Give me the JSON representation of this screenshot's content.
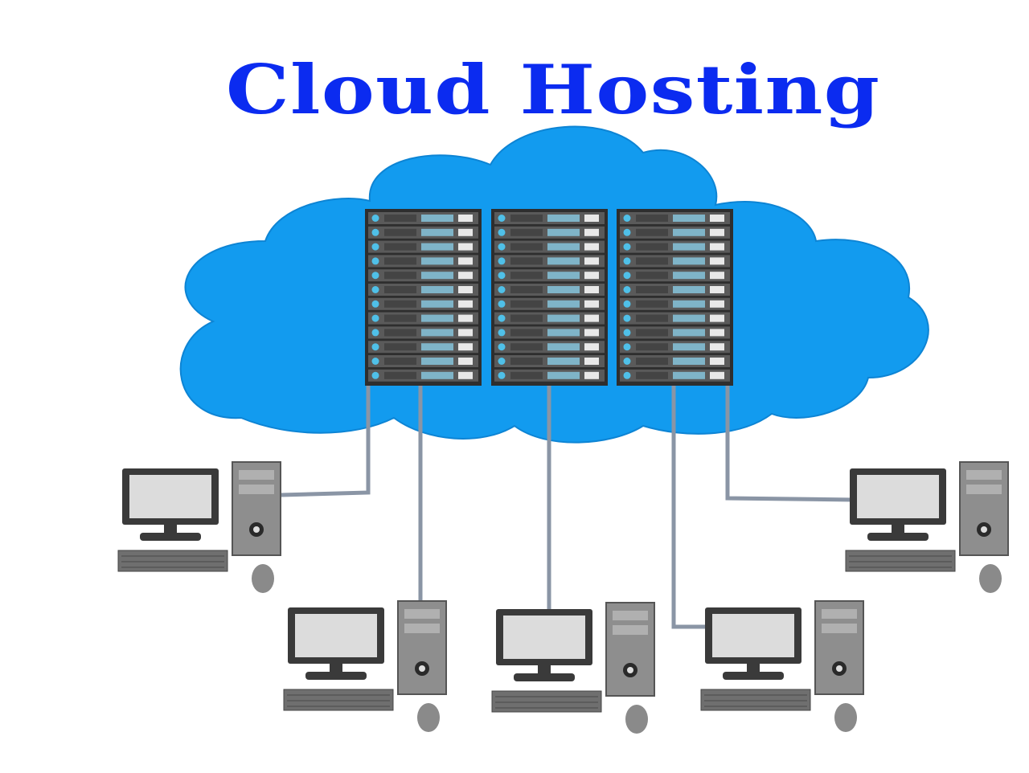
{
  "title": "Cloud Hosting",
  "colors": {
    "title": "#0b2bf0",
    "cloud": "#129bef",
    "cloud_edge": "#0d84d4",
    "cable": "#8a95a5",
    "rack_frame": "#2e2e2e",
    "rack_unit": "#5a5a5a",
    "rack_led": "#4fc0e8",
    "monitor": "#3a3a3a",
    "screen": "#dcdcdc",
    "tower": "#8e8e8e",
    "keyboard": "#6f6f6f",
    "mouse": "#8a8a8a"
  },
  "server_racks": [
    {
      "id": "rack-1"
    },
    {
      "id": "rack-2"
    },
    {
      "id": "rack-3"
    }
  ],
  "workstations": [
    {
      "id": "workstation-1"
    },
    {
      "id": "workstation-2"
    },
    {
      "id": "workstation-3"
    },
    {
      "id": "workstation-4"
    },
    {
      "id": "workstation-5"
    }
  ]
}
